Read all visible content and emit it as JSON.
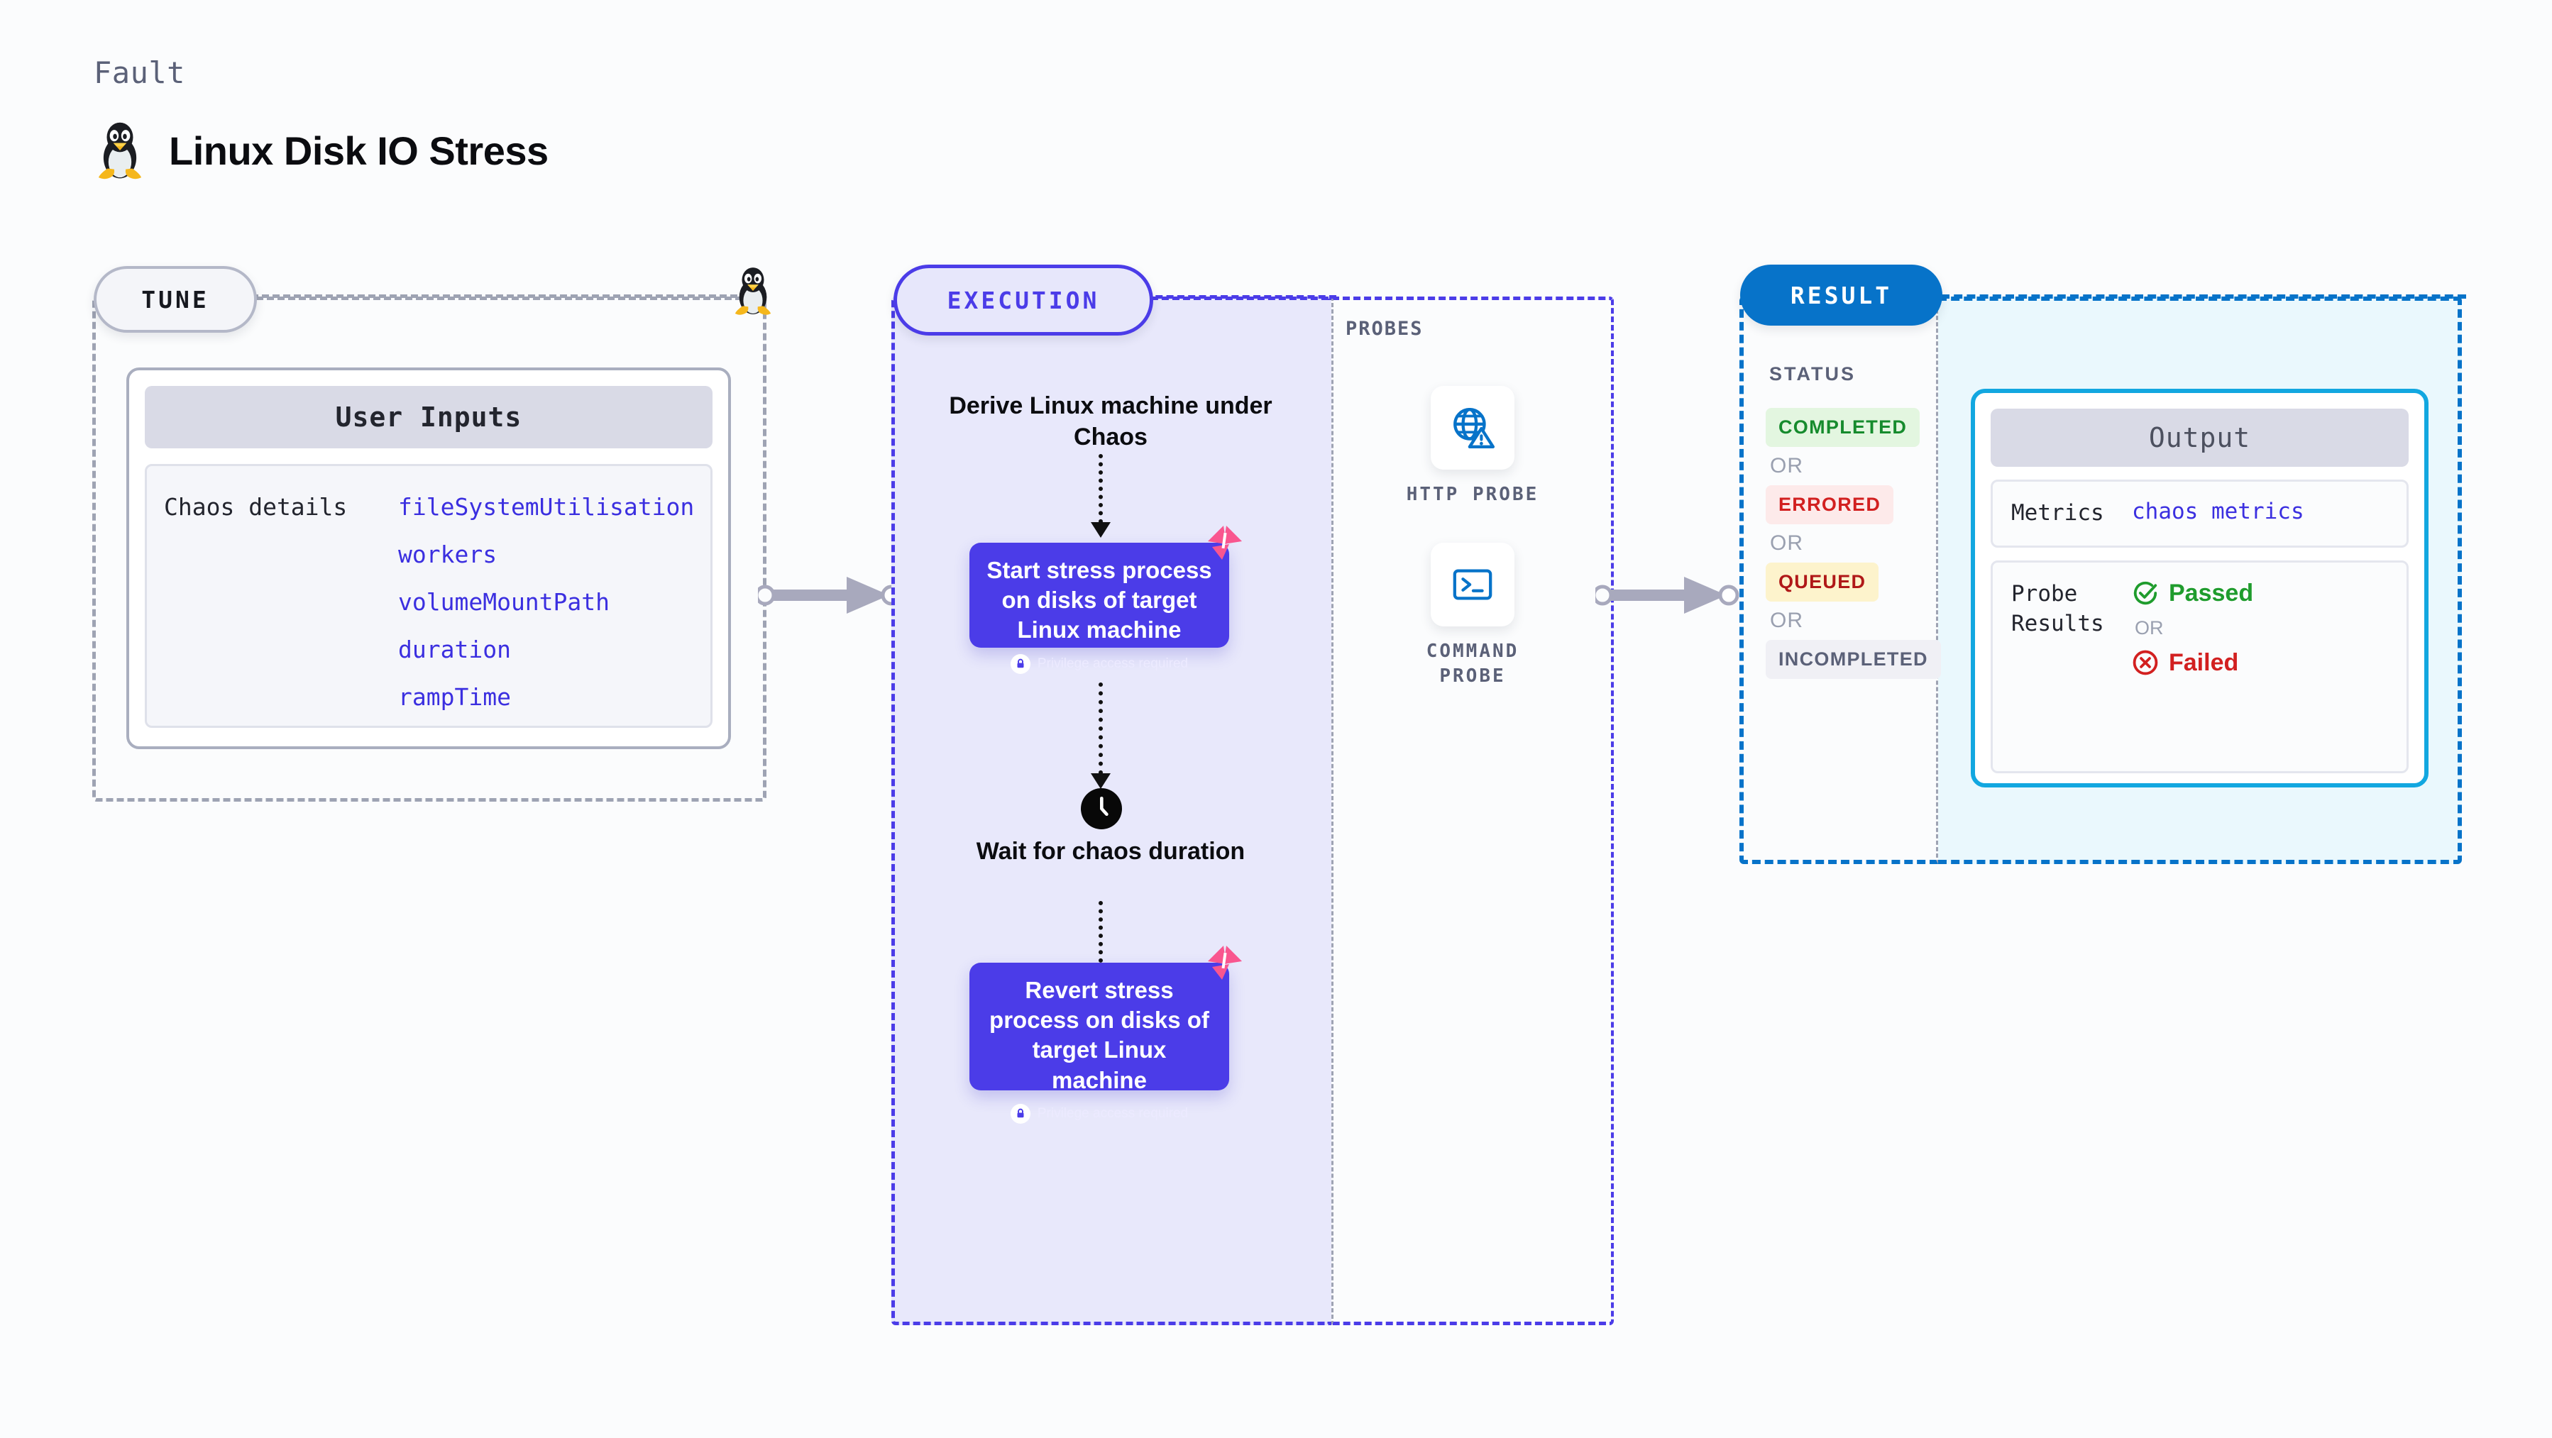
{
  "header": {
    "kicker": "Fault",
    "title": "Linux Disk IO Stress",
    "icon": "linux-tux-icon"
  },
  "colors": {
    "accent_purple": "#4b3ce8",
    "accent_blue": "#0773c9",
    "accent_cyan": "#12a7e0",
    "gray_border": "#9ea3b3",
    "pink_badge": "#f9568f",
    "green": "#168b2d",
    "red": "#d22020",
    "amber_bg": "#fdf3cc",
    "green_bg": "#e3f6e0",
    "red_bg": "#fdeaea",
    "gray_bg": "#f0f0f5"
  },
  "tune": {
    "badge": "TUNE",
    "side_icon": "linux-tux-icon",
    "card": {
      "header": "User Inputs",
      "key": "Chaos details",
      "params": [
        "fileSystemUtilisation",
        "workers",
        "volumeMountPath",
        "duration",
        "rampTime"
      ]
    }
  },
  "execution": {
    "badge": "EXECUTION",
    "derive_step": "Derive Linux machine under Chaos",
    "start_step": {
      "title": "Start stress process on disks of target Linux machine",
      "privilege_note": "Privilege access required",
      "badge_icon": "litmus-logo-icon",
      "lock_icon": "lock-icon"
    },
    "wait_step": {
      "icon": "clock-icon",
      "label": "Wait for chaos duration"
    },
    "revert_step": {
      "title": "Revert stress process on disks of target Linux machine",
      "privilege_note": "Privilege access required",
      "badge_icon": "litmus-logo-icon",
      "lock_icon": "lock-icon"
    }
  },
  "probes": {
    "label": "PROBES",
    "items": [
      {
        "icon": "globe-warning-icon",
        "caption": "HTTP PROBE"
      },
      {
        "icon": "terminal-prompt-icon",
        "caption": "COMMAND PROBE"
      }
    ]
  },
  "result": {
    "badge": "RESULT",
    "status_label": "STATUS",
    "or_label": "OR",
    "statuses": [
      {
        "label": "COMPLETED",
        "color": "#168b2d",
        "bg": "#e3f6e0"
      },
      {
        "label": "ERRORED",
        "color": "#d22020",
        "bg": "#fdeaea"
      },
      {
        "label": "QUEUED",
        "color": "#b01818",
        "bg": "#fdf3cc"
      },
      {
        "label": "INCOMPLETED",
        "color": "#5b6178",
        "bg": "#f0f0f5"
      }
    ],
    "output": {
      "header": "Output",
      "metrics_key": "Metrics",
      "metrics_value": "chaos metrics",
      "probe_results_key": "Probe Results",
      "passed_label": "Passed",
      "failed_label": "Failed",
      "or_label": "OR",
      "passed_icon": "check-circle-icon",
      "failed_icon": "x-circle-icon"
    }
  },
  "connectors": {
    "arrow_tune_to_execution": "arrow-right-icon",
    "arrow_execution_to_result": "arrow-right-icon"
  }
}
